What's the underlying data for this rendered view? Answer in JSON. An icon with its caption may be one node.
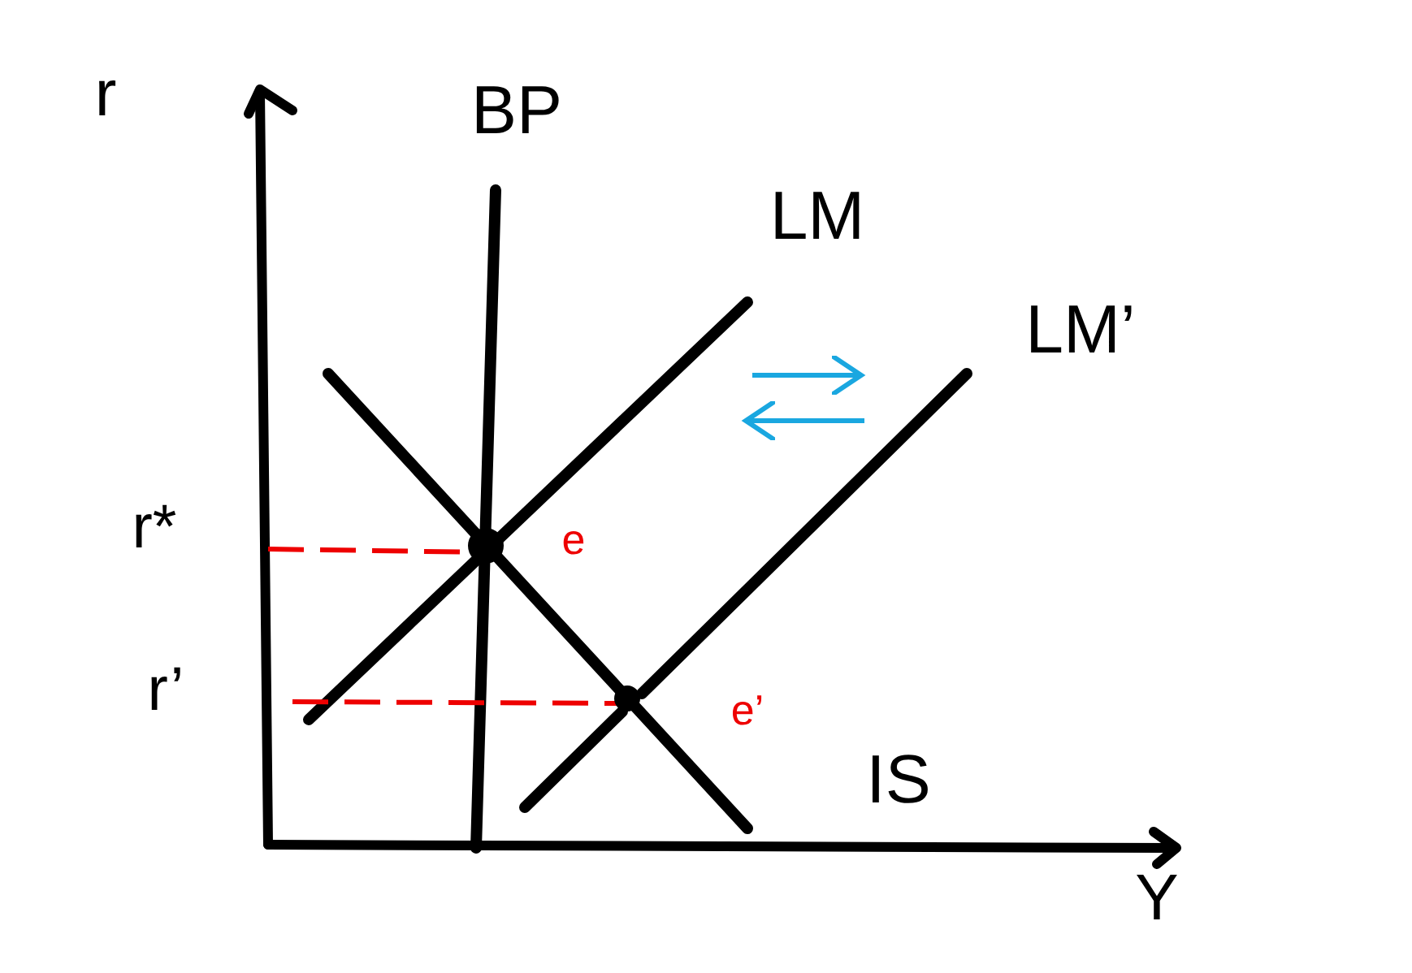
{
  "diagram": {
    "labels": [
      "r",
      "BP",
      "LM",
      "LM’",
      "r*",
      "e",
      "r’",
      "e’",
      "IS",
      "Y"
    ]
  }
}
